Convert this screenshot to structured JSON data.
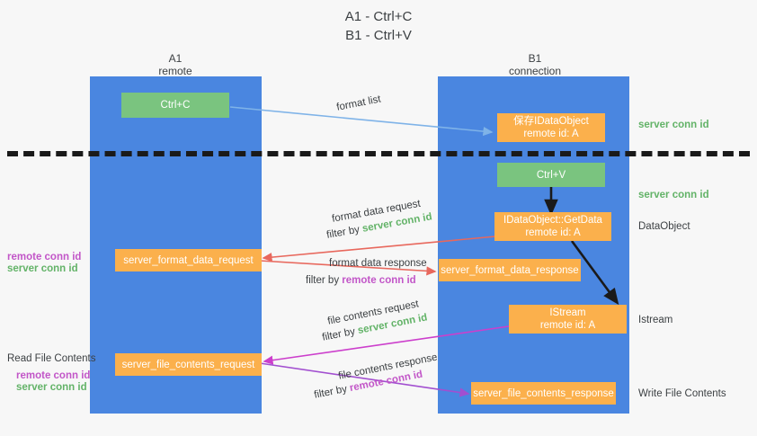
{
  "title": {
    "line1": "A1 - Ctrl+C",
    "line2": "B1 - Ctrl+V"
  },
  "columns": [
    {
      "name": "A1",
      "role": "remote"
    },
    {
      "name": "B1",
      "role": "connection"
    }
  ],
  "boxes": {
    "ctrl_c": {
      "label": "Ctrl+C",
      "color": "#7ac47f"
    },
    "save_idataobject": {
      "line1": "保存IDataObject",
      "line2": "remote id: A",
      "color": "#fbb04c"
    },
    "ctrl_v": {
      "label": "Ctrl+V",
      "color": "#7ac47f"
    },
    "getdata": {
      "line1": "IDataObject::GetData",
      "line2": "remote id: A",
      "color": "#fbb04c"
    },
    "server_format_data_request": {
      "label": "server_format_data_request",
      "color": "#fbb04c"
    },
    "server_format_data_response": {
      "label": "server_format_data_response",
      "color": "#fbb04c"
    },
    "istream": {
      "line1": "IStream",
      "line2": "remote id: A",
      "color": "#fbb04c"
    },
    "server_file_contents_request": {
      "label": "server_file_contents_request",
      "color": "#fbb04c"
    },
    "server_file_contents_response": {
      "label": "server_file_contents_response",
      "color": "#fbb04c"
    }
  },
  "side_labels": {
    "server_conn_id_1": "server conn id",
    "server_conn_id_2": "server conn id",
    "dataobject": "DataObject",
    "istream": "Istream",
    "write_file_contents": "Write File Contents",
    "read_file_contents": "Read File Contents",
    "remote_conn_id_left_1": "remote conn id",
    "server_conn_id_left_1": "server conn id",
    "remote_conn_id_left_2": "remote conn id",
    "server_conn_id_left_2": "server conn id"
  },
  "arrow_labels": {
    "format_list": "format list",
    "format_data_request": "format data request",
    "format_data_request_filter_prefix": "filter by ",
    "format_data_request_filter_value": "server conn id",
    "format_data_response": "format data response",
    "format_data_response_filter_prefix": "filter by ",
    "format_data_response_filter_value": "remote conn id",
    "file_contents_request": "file contents request",
    "file_contents_request_filter_prefix": "filter by ",
    "file_contents_request_filter_value": "server conn id",
    "file_contents_response": "file contents response",
    "file_contents_response_filter_prefix": "filter by ",
    "file_contents_response_filter_value": "remote conn id"
  },
  "colors": {
    "lane": "#4a86e0",
    "orange": "#fbb04c",
    "green_box": "#7ac47f",
    "green_text": "#63b368",
    "purple_text": "#c256c8",
    "arrow_blue": "#7fb3e8",
    "arrow_red": "#e8685d",
    "arrow_magenta": "#cc3fcc",
    "arrow_purple": "#a24fd0",
    "arrow_black": "#1a1a1a",
    "divider": "#1a1a1a"
  }
}
